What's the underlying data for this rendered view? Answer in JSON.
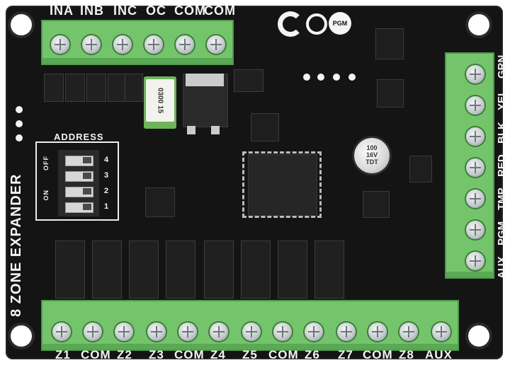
{
  "top_terminals": [
    "INA",
    "INB",
    "INC",
    "OC",
    "COM",
    "COM"
  ],
  "right_terminals": [
    "AUX",
    "PGM",
    "TMP",
    "RED",
    "BLK",
    "YEL",
    "GRN"
  ],
  "bottom_terminals": [
    "Z1",
    "COM",
    "Z2",
    "Z3",
    "COM",
    "Z4",
    "Z5",
    "COM",
    "Z6",
    "Z7",
    "COM",
    "Z8",
    "AUX"
  ],
  "board_title": "8 ZONE EXPANDER",
  "address": {
    "title": "ADDRESS",
    "off_label": "OFF",
    "on_label": "ON",
    "numbers": [
      "4",
      "3",
      "2",
      "1"
    ]
  },
  "logos": {
    "pgm": "PGM"
  },
  "capacitor": {
    "line1": "100",
    "line2": "16V",
    "line3": "TDT"
  },
  "fuse_label": "0300 15"
}
